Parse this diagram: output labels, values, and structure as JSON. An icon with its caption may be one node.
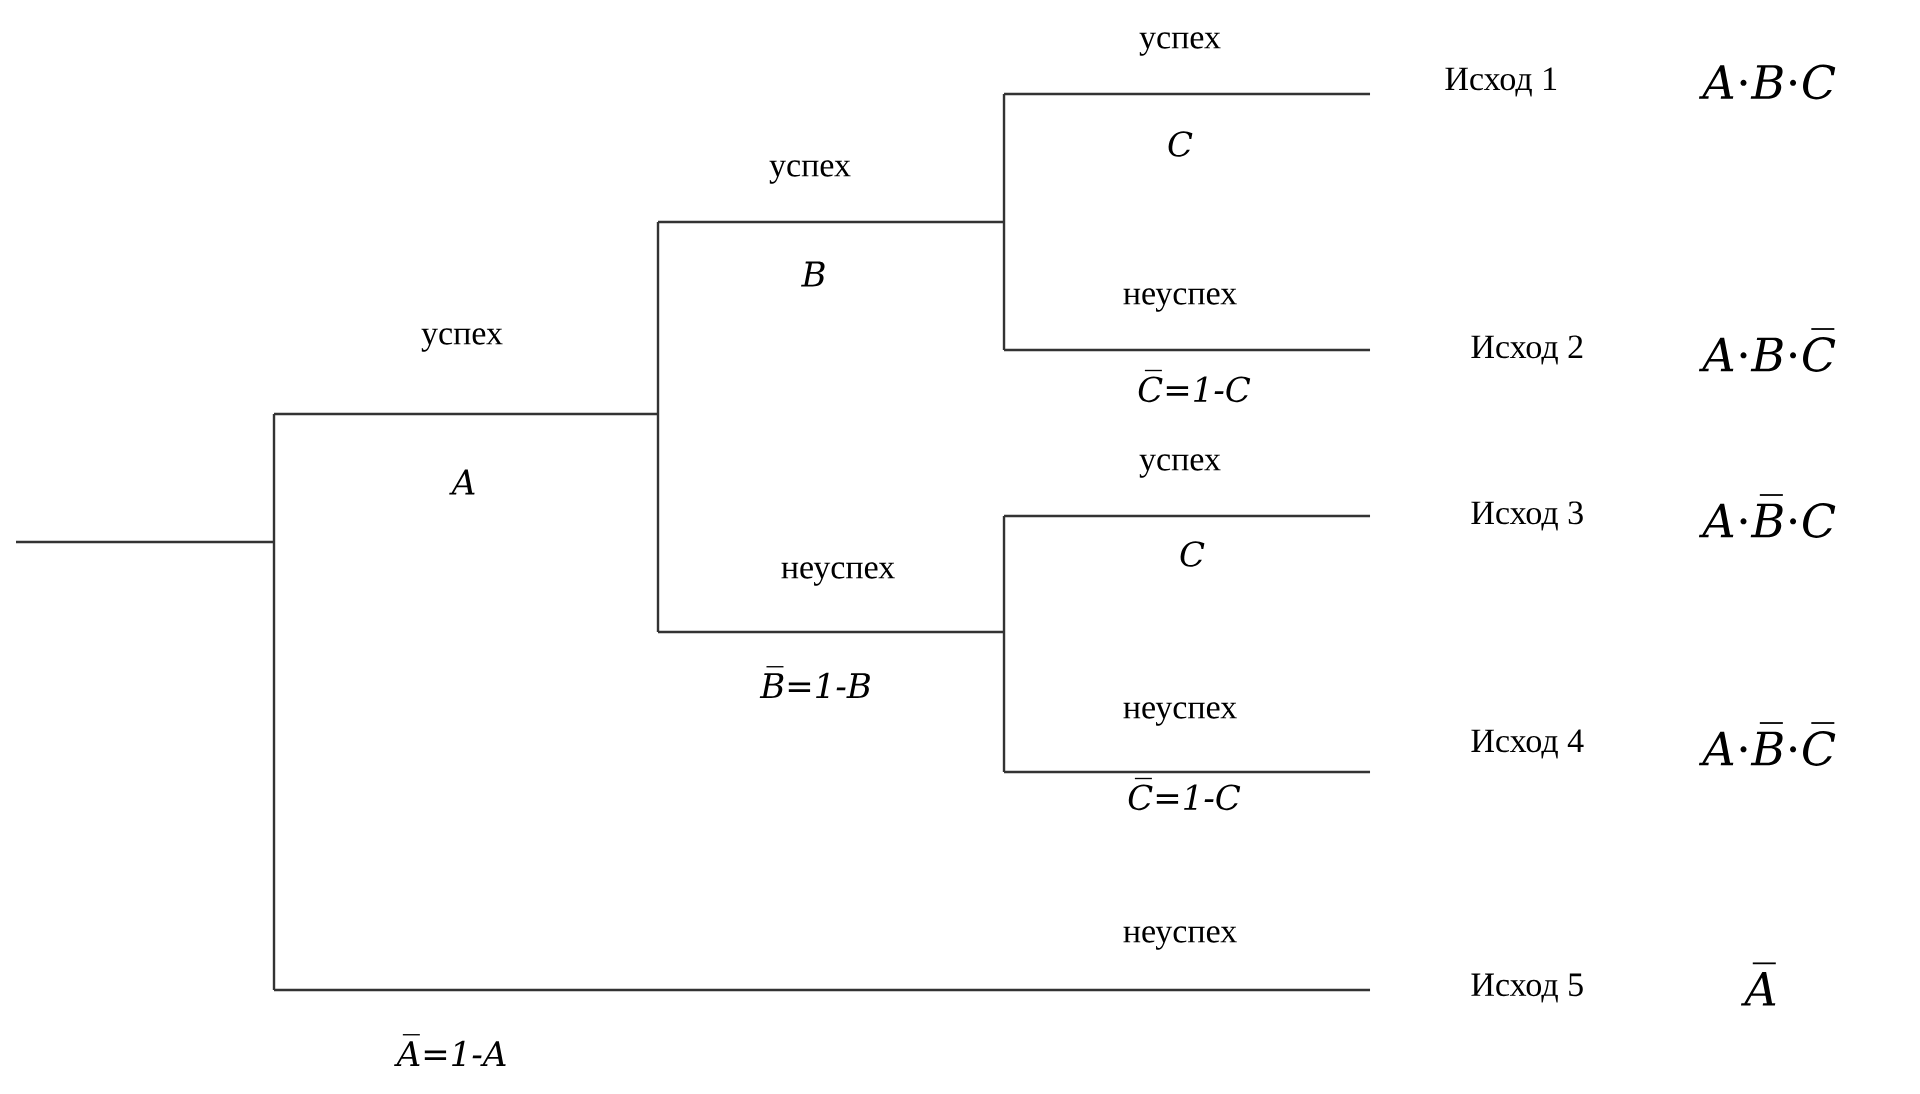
{
  "diagram": {
    "labels": [
      "успех",
      "Исход 1",
      "A⋅B⋅C",
      "C",
      "успех",
      "B",
      "неуспех",
      "успех",
      "Исход 2",
      "A⋅B⋅C̅",
      "C̅=1-C",
      "успех",
      "A",
      "Исход 3",
      "A⋅B̅⋅C",
      "C",
      "неуспех",
      "B̅=1-B",
      "неуспех",
      "Исход 4",
      "A⋅B̅⋅C̅",
      "C̅=1-C",
      "неуспех",
      "Исход 5",
      "A̅",
      "A̅=1-A"
    ]
  }
}
